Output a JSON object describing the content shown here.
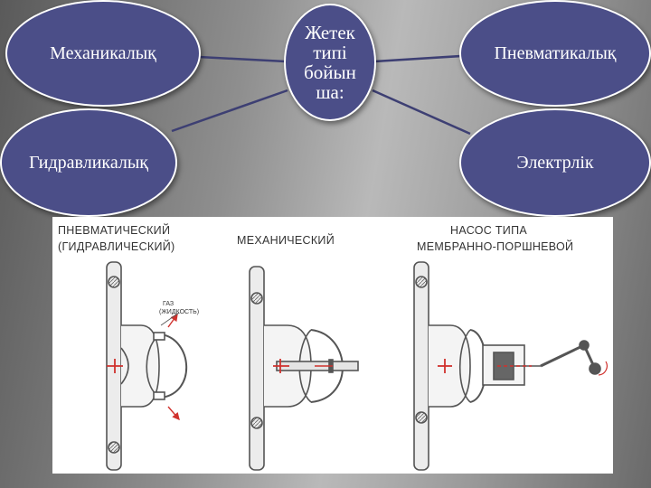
{
  "diagram": {
    "center": [
      "Жетек",
      "типі",
      "бойын",
      "ша:"
    ],
    "nodes": {
      "top_left": "Механикалық",
      "top_right": "Пневматикалық",
      "bottom_left": "Гидравликалық",
      "bottom_right": "Электрлік"
    },
    "colors": {
      "node_fill": "#4b4e88",
      "node_border": "#ffffff",
      "connector": "#3d3f73"
    }
  },
  "figure": {
    "panels": [
      {
        "title_line1": "ПНЕВМАТИЧЕСКИЙ",
        "title_line2": "(ГИДРАВЛИЧЕСКИЙ)",
        "callout_line1": "ГАЗ",
        "callout_line2": "(ЖИДКОСТЬ)"
      },
      {
        "title_line1": "МЕХАНИЧЕСКИЙ"
      },
      {
        "title_line1": "НАСОС ТИПА",
        "title_line2": "МЕМБРАННО-ПОРШНЕВОЙ"
      }
    ],
    "colors": {
      "outline": "#555555",
      "arrow": "#d0312d"
    }
  }
}
